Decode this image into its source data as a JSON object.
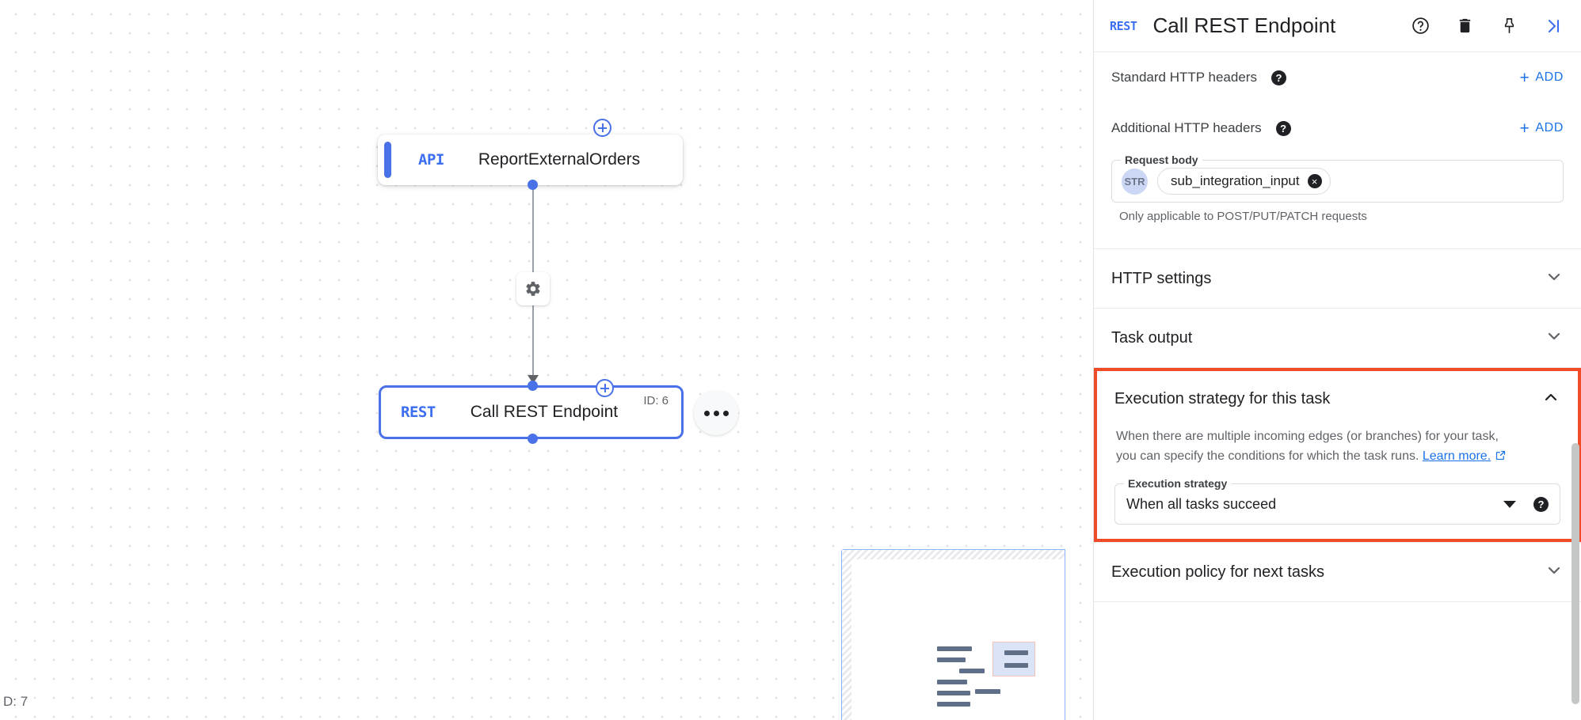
{
  "canvas": {
    "nodes": [
      {
        "type_badge": "API",
        "label": "ReportExternalOrders",
        "id_label": ""
      },
      {
        "type_badge": "REST",
        "label": "Call REST Endpoint",
        "id_label": "ID: 6"
      }
    ],
    "clipped_id": "D: 7",
    "edge_icon": "settings-gear-icon",
    "more_icon": "more-options-icon",
    "accent_color": "#4a72e8"
  },
  "panel": {
    "header": {
      "type_badge": "REST",
      "title": "Call REST Endpoint",
      "icons": {
        "help": "help-circle-icon",
        "delete": "trash-icon",
        "pin": "pin-icon",
        "collapse": "collapse-panel-icon"
      }
    },
    "standard_headers": {
      "label": "Standard HTTP headers",
      "help": "?",
      "add_label": "ADD",
      "add_plus": "+"
    },
    "additional_headers": {
      "label": "Additional HTTP headers",
      "help": "?",
      "add_label": "ADD",
      "add_plus": "+"
    },
    "request_body": {
      "legend": "Request body",
      "type_badge": "STR",
      "chip_value": "sub_integration_input",
      "chip_remove": "×",
      "hint": "Only applicable to POST/PUT/PATCH requests"
    },
    "http_settings": {
      "title": "HTTP settings",
      "expanded": false
    },
    "task_output": {
      "title": "Task output",
      "expanded": false
    },
    "execution_strategy": {
      "title": "Execution strategy for this task",
      "expanded": true,
      "description_line1": "When there are multiple incoming edges (or branches) for your task,",
      "description_line2": "you can specify the conditions for which the task runs.",
      "learn_more": "Learn more.",
      "field_legend": "Execution strategy",
      "selected_value": "When all tasks succeed",
      "help": "?",
      "highlight_color": "#f04a26"
    },
    "execution_policy": {
      "title": "Execution policy for next tasks",
      "expanded": false
    }
  }
}
